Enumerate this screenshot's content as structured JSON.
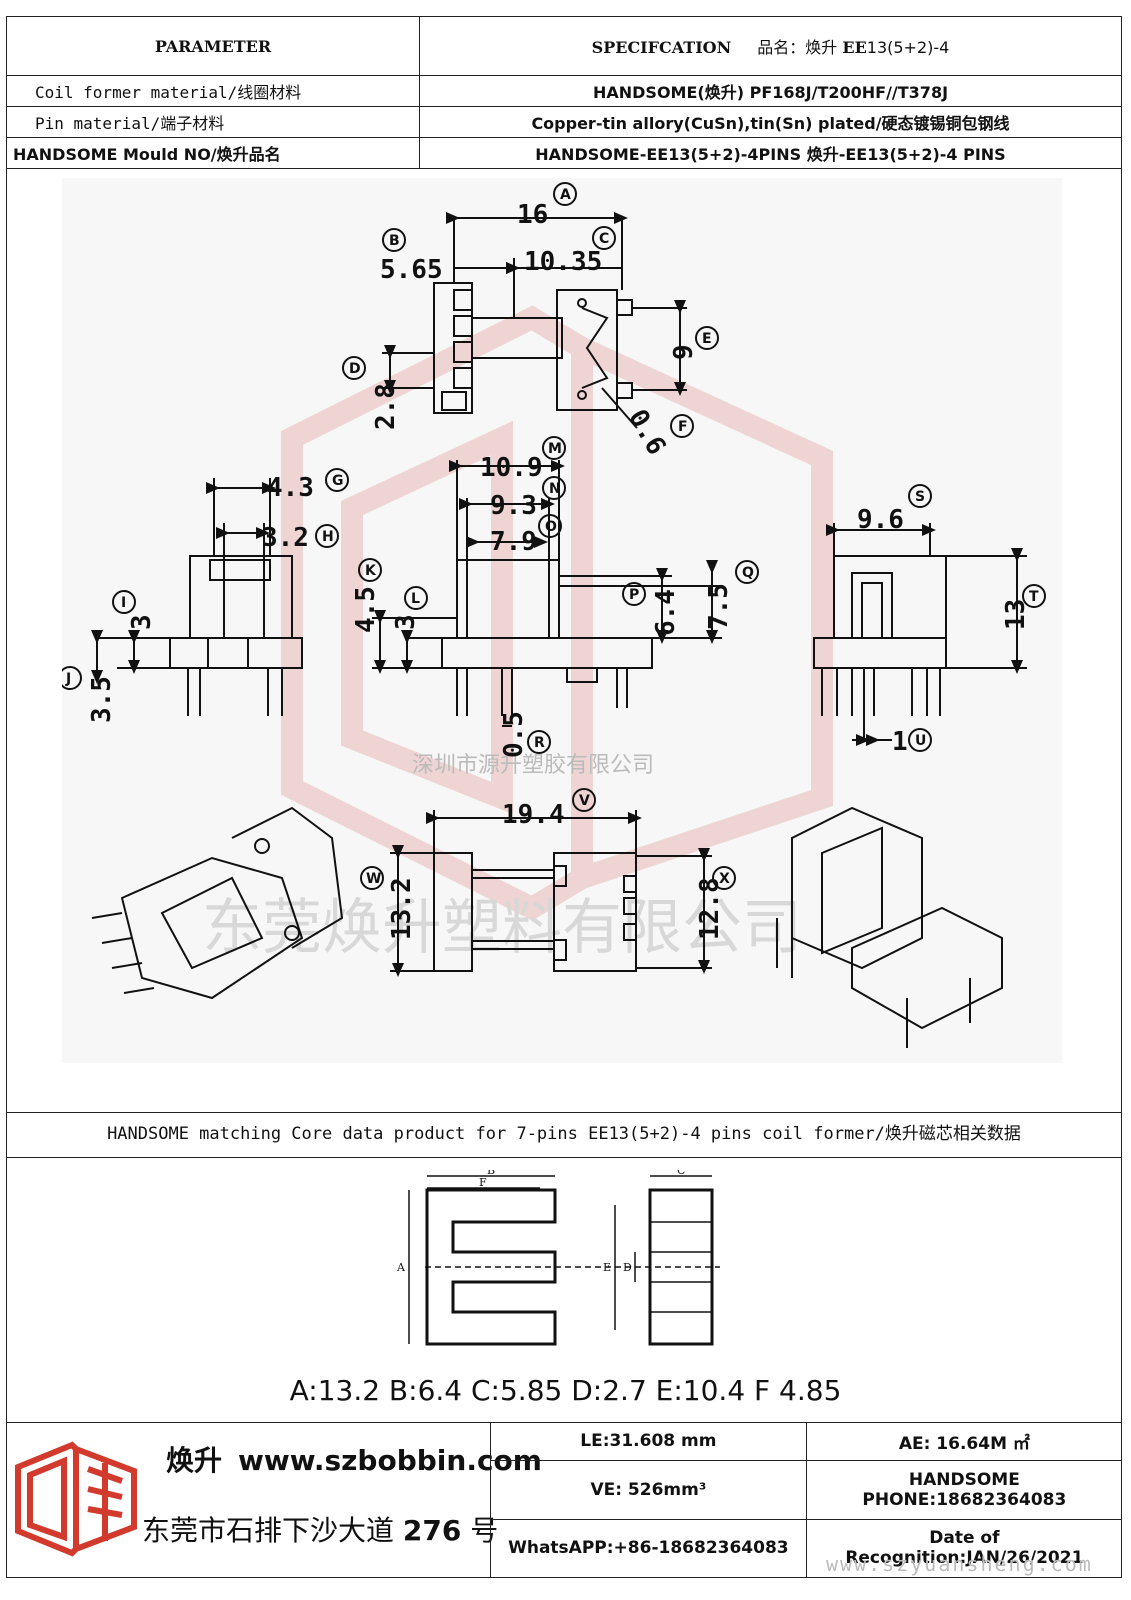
{
  "header": {
    "parameter_label": "PARAMETER",
    "spec_label": "SPECIFCATION",
    "product_name_prefix": "品名：",
    "product_name_cn": "焕升",
    "product_name_bold": "EE",
    "product_name_rest": "13(5+2)-4"
  },
  "rows": [
    {
      "label": "Coil former material/线圈材料",
      "value": "HANDSOME(焕升)    PF168J/T200HF//T378J"
    },
    {
      "label": "Pin material/端子材料",
      "value": "Copper-tin allory(CuSn),tin(Sn) plated/硬态镀锡铜包钢线"
    },
    {
      "label": "HANDSOME Mould NO/焕升品名",
      "value": "HANDSOME-EE13(5+2)-4PINS    焕升-EE13(5+2)-4 PINS"
    }
  ],
  "dimensions": {
    "A": "16",
    "B": "5.65",
    "C": "10.35",
    "D": "2.8",
    "E": "9",
    "F": "0.6",
    "G": "4.3",
    "H": "3.2",
    "I": "3",
    "J": "3.5",
    "K": "4.5",
    "L": "3",
    "M": "10.9",
    "N": "9.3",
    "O": "7.9",
    "P": "6.4",
    "Q": "7.5",
    "R": "0.5",
    "S": "9.6",
    "T": "13",
    "U": "1",
    "V": "19.4",
    "W": "13.2",
    "X": "12.8"
  },
  "watermark": {
    "company_small": "深圳市源升塑胶有限公司",
    "company_large": "东莞焕升塑料有限公司",
    "url": "www.szyuansheng.com"
  },
  "core": {
    "title": "HANDSOME matching Core data  product for 7-pins EE13(5+2)-4 pins coil former/焕升磁芯相关数据",
    "labels": {
      "A": "A",
      "B": "B",
      "C": "C",
      "D": "D",
      "E": "E",
      "F": "F"
    },
    "values_line": "A:13.2 B:6.4 C:5.85 D:2.7 E:10.4 F 4.85"
  },
  "footer": {
    "brand_cn": "焕升",
    "website": "www.szbobbin.com",
    "address_text": "东莞市石排下沙大道",
    "address_num": "276",
    "address_suffix": "号",
    "le": "LE:31.608 mm",
    "ae": "AE: 16.64M ㎡",
    "ve": "VE: 526mm³",
    "phone": "HANDSOME PHONE:18682364083",
    "whatsapp": "WhatsAPP:+86-18682364083",
    "date": "Date of Recognition:JAN/26/2021"
  },
  "colors": {
    "border": "#222222",
    "line": "#111111",
    "watermark": "#e8b8b4",
    "watermark_text": "#bbbbbb"
  }
}
